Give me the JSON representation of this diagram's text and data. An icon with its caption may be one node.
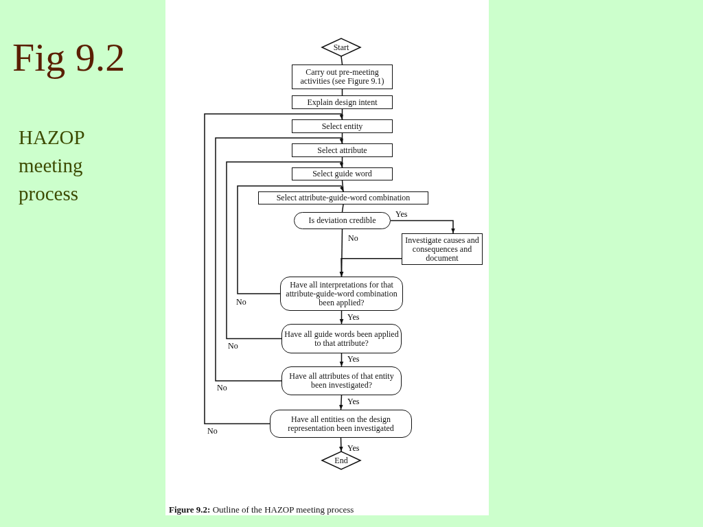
{
  "diagram": {
    "title": "Fig 9.2",
    "caption": "**Figure 9.2:** Outline of the HAZOP meeting process",
    "nodes": [
      {
        "text": [
          "Start"
        ]
      },
      {
        "text": [
          "Carry out pre-meeting activities (see Figure 9.1)"
        ]
      },
      {
        "text": [
          "Explain design intent"
        ]
      },
      {
        "text": [
          "Select entity"
        ]
      },
      {
        "text": [
          "Select attribute"
        ]
      },
      {
        "text": [
          "Select guide word"
        ]
      },
      {
        "text": [
          "Select attribute-guide-word combination"
        ]
      },
      {
        "text": [
          "Is deviation credible"
        ]
      },
      {
        "text": [
          "Investigate causes and consequences and document"
        ]
      },
      {
        "text": [
          "Have all interpretations for that attribute-guide-word combination been applied?"
        ]
      },
      {
        "text": [
          "Have all guide words been applied to that attribute?"
        ]
      },
      {
        "text": [
          "Have all attributes of that entity been investigated?"
        ]
      },
      {
        "text": [
          "Have all entities on the design representation been investigated"
        ]
      },
      {
        "text": [
          "End"
        ]
      }
    ],
    "edges": [
      {
        "from": 0,
        "to": 1,
        "arrow": "none"
      },
      {
        "from": 1,
        "to": 2,
        "arrow": "none"
      },
      {
        "from": 2,
        "to": 3,
        "arrow": "none"
      },
      {
        "from": 3,
        "to": 4,
        "arrow": "none"
      },
      {
        "from": 4,
        "to": 5,
        "arrow": "none"
      },
      {
        "from": 5,
        "to": 6,
        "arrow": "none"
      },
      {
        "from": 6,
        "to": 7,
        "arrow": "none"
      },
      {
        "from": 7,
        "to": 8,
        "arrow": "to",
        "label": "Yes"
      },
      {
        "from": 7,
        "to": 9,
        "arrow": "to",
        "label": "No"
      },
      {
        "from": 8,
        "to": 9,
        "arrow": "to"
      },
      {
        "from": 9,
        "to": 10,
        "arrow": "to",
        "label": "Yes"
      },
      {
        "from": 10,
        "to": 11,
        "arrow": "to",
        "label": "Yes"
      },
      {
        "from": 11,
        "to": 12,
        "arrow": "to",
        "label": "Yes"
      },
      {
        "from": 12,
        "to": 13,
        "arrow": "to",
        "label": "Yes"
      },
      {
        "from": 9,
        "to": 6,
        "arrow": "to",
        "label": "No"
      },
      {
        "from": 10,
        "to": 5,
        "arrow": "to",
        "label": "No"
      },
      {
        "from": 11,
        "to": 4,
        "arrow": "to",
        "label": "No"
      },
      {
        "from": 12,
        "to": 3,
        "arrow": "to",
        "label": "No"
      }
    ],
    "labels": [
      "HAZOP meeting process"
    ]
  }
}
